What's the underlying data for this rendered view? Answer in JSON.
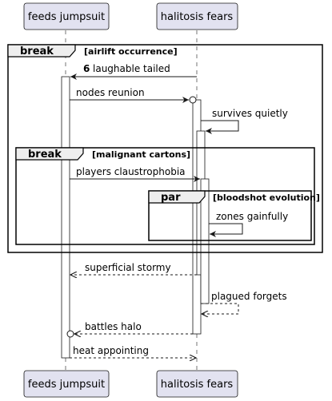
{
  "participants": {
    "left": {
      "name": "feeds jumpsuit"
    },
    "right": {
      "name": "halitosis fears"
    }
  },
  "fragments": {
    "outer": {
      "keyword": "break",
      "condition": "[airlift occurrence]"
    },
    "middle": {
      "keyword": "break",
      "condition": "[malignant cartons]"
    },
    "inner": {
      "keyword": "par",
      "condition": "[bloodshot evolution]"
    }
  },
  "messages": [
    {
      "seq": "6",
      "text": "laughable tailed",
      "from": "halitosis fears",
      "to": "feeds jumpsuit",
      "style": "solid"
    },
    {
      "text": "nodes reunion",
      "from": "feeds jumpsuit",
      "to": "halitosis fears",
      "style": "solid",
      "end": "circle"
    },
    {
      "text": "survives quietly",
      "from": "halitosis fears",
      "to": "halitosis fears",
      "style": "solid"
    },
    {
      "text": "players claustrophobia",
      "from": "feeds jumpsuit",
      "to": "halitosis fears",
      "style": "solid"
    },
    {
      "text": "zones gainfully",
      "from": "halitosis fears",
      "to": "halitosis fears",
      "style": "solid"
    },
    {
      "text": "superficial stormy",
      "from": "halitosis fears",
      "to": "feeds jumpsuit",
      "style": "dashed"
    },
    {
      "text": "plagued forgets",
      "from": "halitosis fears",
      "to": "halitosis fears",
      "style": "dashed"
    },
    {
      "text": "battles halo",
      "from": "halitosis fears",
      "to": "feeds jumpsuit",
      "style": "dashed",
      "end": "circle"
    },
    {
      "text": "heat appointing",
      "from": "feeds jumpsuit",
      "to": "halitosis fears",
      "style": "dashed"
    }
  ]
}
